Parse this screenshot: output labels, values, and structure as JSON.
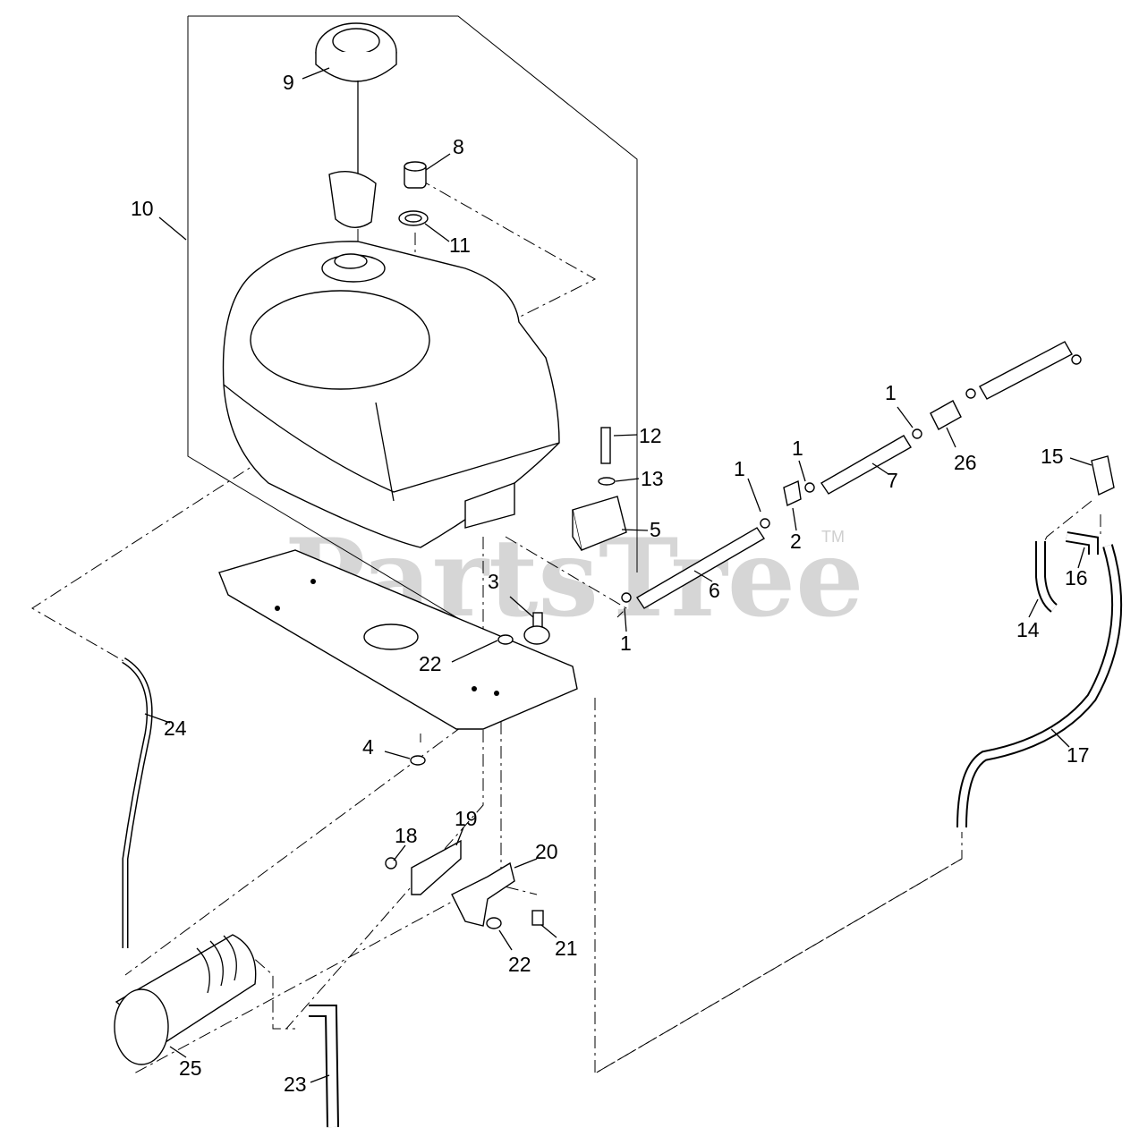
{
  "watermark": {
    "text": "PartsTree",
    "tm": "TM"
  },
  "callouts": [
    {
      "id": "c9",
      "text": "9"
    },
    {
      "id": "c8",
      "text": "8"
    },
    {
      "id": "c10",
      "text": "10"
    },
    {
      "id": "c11",
      "text": "11"
    },
    {
      "id": "c12",
      "text": "12"
    },
    {
      "id": "c13",
      "text": "13"
    },
    {
      "id": "c5",
      "text": "5"
    },
    {
      "id": "c3",
      "text": "3"
    },
    {
      "id": "c22a",
      "text": "22"
    },
    {
      "id": "c4",
      "text": "4"
    },
    {
      "id": "c24",
      "text": "24"
    },
    {
      "id": "c6",
      "text": "6"
    },
    {
      "id": "c1a",
      "text": "1"
    },
    {
      "id": "c1b",
      "text": "1"
    },
    {
      "id": "c1c",
      "text": "1"
    },
    {
      "id": "c2",
      "text": "2"
    },
    {
      "id": "c7",
      "text": "7"
    },
    {
      "id": "c1d",
      "text": "1"
    },
    {
      "id": "c26",
      "text": "26"
    },
    {
      "id": "c15",
      "text": "15"
    },
    {
      "id": "c16",
      "text": "16"
    },
    {
      "id": "c14",
      "text": "14"
    },
    {
      "id": "c17",
      "text": "17"
    },
    {
      "id": "c18",
      "text": "18"
    },
    {
      "id": "c19",
      "text": "19"
    },
    {
      "id": "c20",
      "text": "20"
    },
    {
      "id": "c21",
      "text": "21"
    },
    {
      "id": "c22b",
      "text": "22"
    },
    {
      "id": "c25",
      "text": "25"
    },
    {
      "id": "c23",
      "text": "23"
    }
  ]
}
